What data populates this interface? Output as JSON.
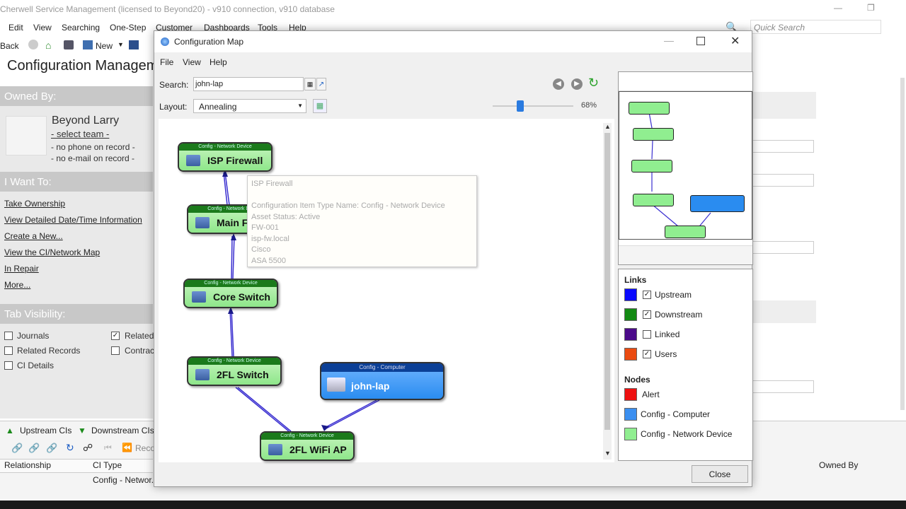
{
  "app": {
    "title": "Cherwell Service Management (licensed to Beyond20) - v910 connection, v910 database",
    "quick_search_placeholder": "Quick Search",
    "page_title": "Configuration Managem",
    "menu": [
      "Edit",
      "View",
      "Searching",
      "One-Step",
      "Customer",
      "Dashboards",
      "Tools",
      "Help"
    ],
    "toolbar": {
      "back": "Back",
      "new": "New"
    }
  },
  "left": {
    "owned_by_header": "Owned By:",
    "owner_name": "Beyond Larry",
    "select_team": "- select team -",
    "no_phone": "- no phone on record -",
    "no_email": "- no e-mail on record -",
    "i_want_to_header": "I Want To:",
    "actions": [
      "Take Ownership",
      "View Detailed Date/Time Information",
      "Create a New...",
      "View the CI/Network Map",
      "In Repair",
      "More..."
    ],
    "tab_visibility_header": "Tab Visibility:",
    "tabs_col1": [
      {
        "label": "Journals",
        "checked": false
      },
      {
        "label": "Related Records",
        "checked": false
      },
      {
        "label": "CI Details",
        "checked": false
      }
    ],
    "tabs_col2": [
      {
        "label": "Related",
        "checked": true
      },
      {
        "label": "Contrac",
        "checked": false
      }
    ]
  },
  "bottom": {
    "tabs": [
      "Upstream CIs",
      "Downstream CIs"
    ],
    "columns": [
      "Relationship",
      "CI Type",
      "Owned By"
    ],
    "row_ci_type": "Config - Networ.",
    "rec_label": "Reco"
  },
  "dialog": {
    "title": "Configuration Map",
    "menu": [
      "File",
      "View",
      "Help"
    ],
    "search_label": "Search:",
    "search_value": "john-lap",
    "layout_label": "Layout:",
    "layout_value": "Annealing",
    "zoom_text": "68%",
    "zoom_fraction": 0.33,
    "close_label": "Close",
    "nodes": [
      {
        "id": "isp",
        "type": "Config - Network Device",
        "label": "ISP Firewall"
      },
      {
        "id": "main",
        "type": "Config - Network Device",
        "label": "Main Firewall"
      },
      {
        "id": "core",
        "type": "Config - Network Device",
        "label": "Core Switch"
      },
      {
        "id": "sw2",
        "type": "Config - Network Device",
        "label": "2FL Switch"
      },
      {
        "id": "wifi",
        "type": "Config - Network Device",
        "label": "2FL WiFi AP"
      },
      {
        "id": "lap",
        "type": "Config - Computer",
        "label": "john-lap"
      }
    ],
    "tooltip": {
      "title": "ISP Firewall",
      "line1": "Configuration Item Type Name: Config - Network Device",
      "line2": "Asset Status: Active",
      "line3": "FW-001",
      "line4": "isp-fw.local",
      "line5": "Cisco",
      "line6": "ASA 5500"
    },
    "legend": {
      "links_header": "Links",
      "links": [
        {
          "label": "Upstream",
          "color": "#0a0aff",
          "checked": true
        },
        {
          "label": "Downstream",
          "color": "#138a13",
          "checked": true
        },
        {
          "label": "Linked",
          "color": "#4b0a8a",
          "checked": false
        },
        {
          "label": "Users",
          "color": "#ea4a10",
          "checked": true
        }
      ],
      "nodes_header": "Nodes",
      "nodes": [
        {
          "label": "Alert",
          "color": "#ee1111"
        },
        {
          "label": "Config - Computer",
          "color": "#3b8ff0"
        },
        {
          "label": "Config - Network Device",
          "color": "#90ee90"
        }
      ]
    }
  }
}
